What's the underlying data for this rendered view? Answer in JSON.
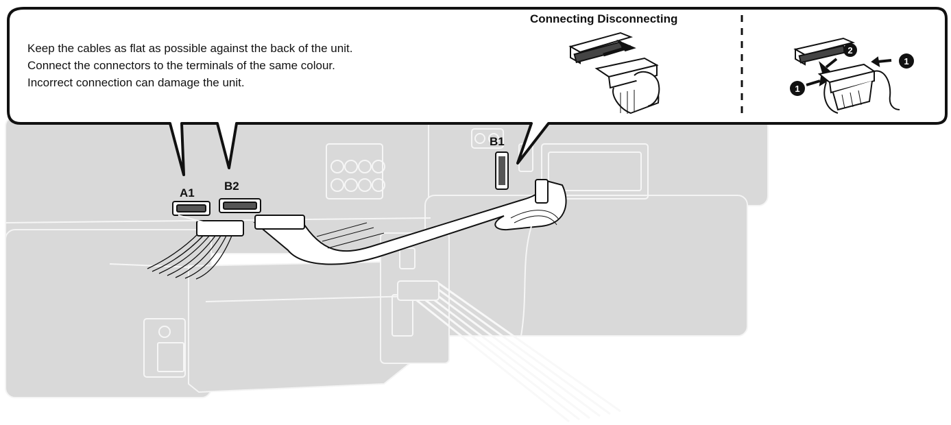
{
  "callout": {
    "lines": [
      "Keep the cables as flat as possible against the back of the unit.",
      "Connect the connectors to the terminals of the same colour.",
      "Incorrect connection can damage the unit."
    ],
    "heading": "Connecting Disconnecting",
    "step_markers": [
      "1",
      "2",
      "1"
    ]
  },
  "labels": {
    "a1": "A1",
    "b2": "B2",
    "b1": "B1"
  },
  "colors": {
    "unit_fill": "#d9d9d9",
    "unit_stroke": "#ffffff",
    "outline": "#111111",
    "background": "#ffffff"
  }
}
